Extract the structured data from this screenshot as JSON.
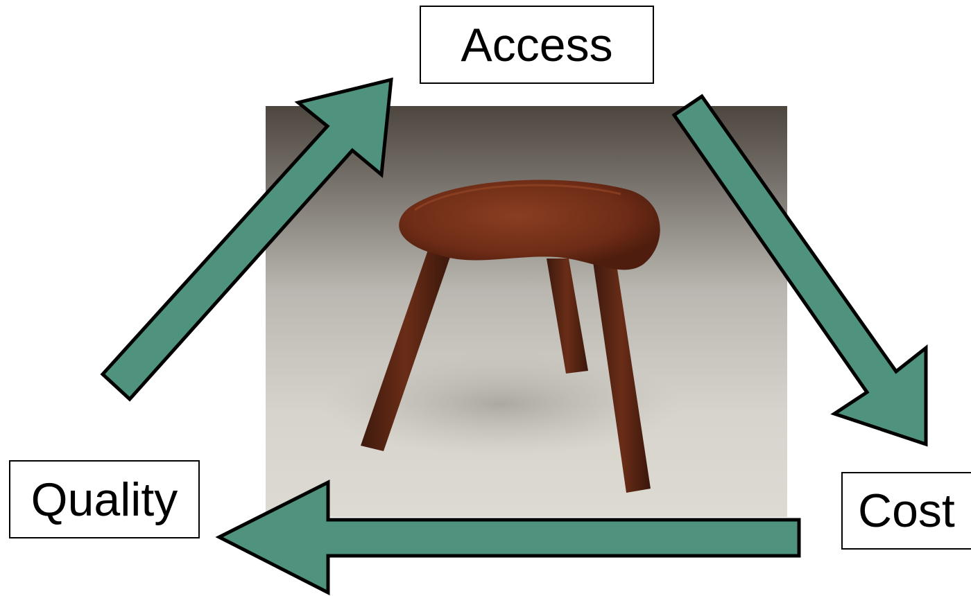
{
  "labels": {
    "access": "Access",
    "quality": "Quality",
    "cost": "Cost"
  },
  "image": {
    "subject": "three-legged wooden stool"
  },
  "colors": {
    "arrow_fill": "#4f927e",
    "arrow_stroke": "#000000",
    "box_border": "#000000"
  }
}
